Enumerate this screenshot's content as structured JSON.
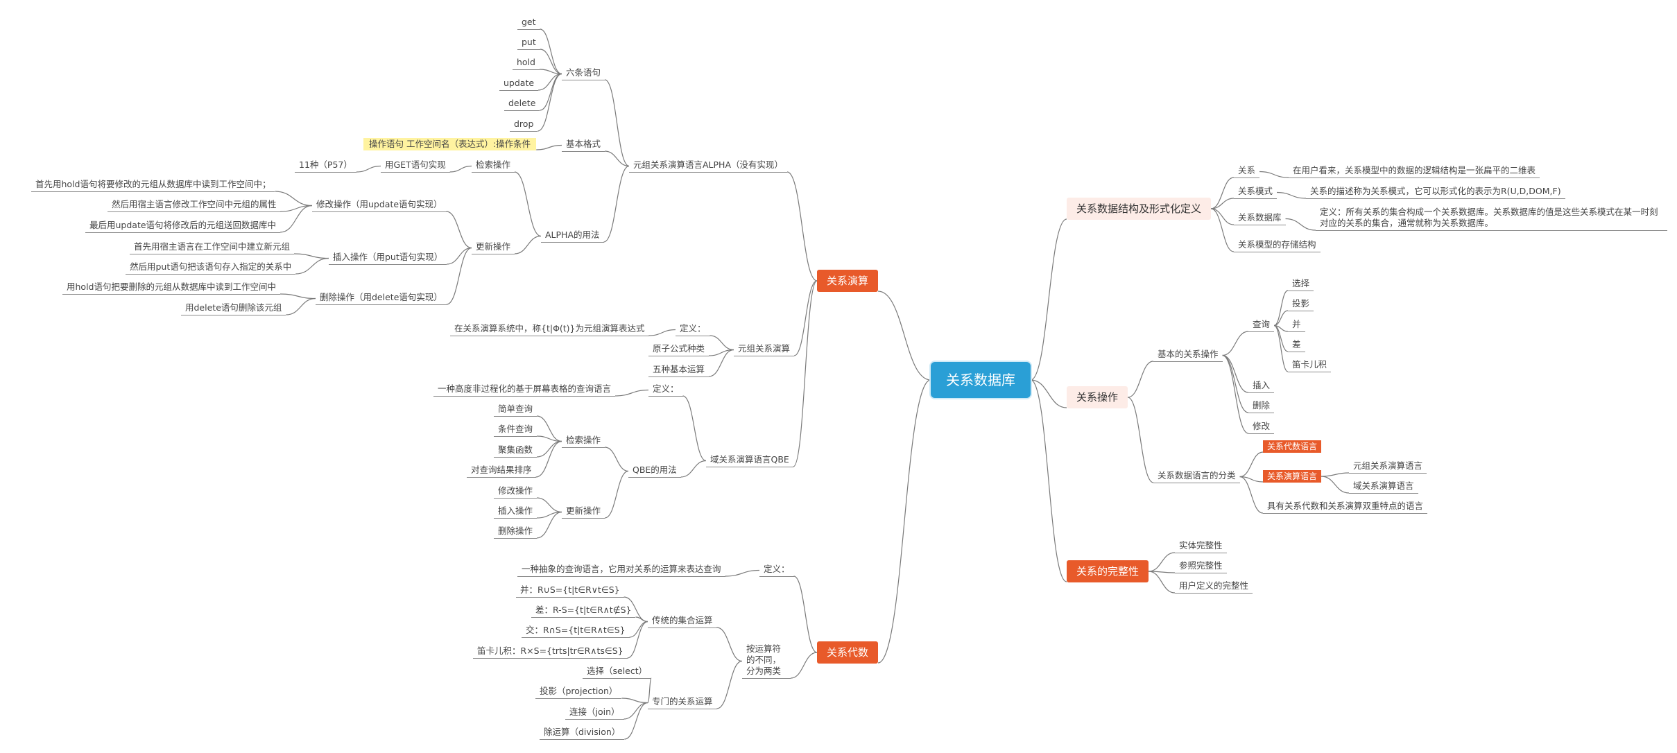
{
  "root": "关系数据库",
  "right": {
    "structure": {
      "label": "关系数据结构及形式化定义",
      "relation": "关系",
      "relation_def": "在用户看来，关系模型中的数据的逻辑结构是一张扁平的二维表",
      "schema": "关系模式",
      "schema_def": "关系的描述称为关系模式，它可以形式化的表示为R(U,D,DOM,F)",
      "database": "关系数据库",
      "database_def": "定义：所有关系的集合构成一个关系数据库。关系数据库的值是这些关系模式在某一时刻对应的关系的集合，通常就称为关系数据库。",
      "storage": "关系模型的存储结构"
    },
    "operations": {
      "label": "关系操作",
      "basic": "基本的关系操作",
      "query": "查询",
      "query_items": [
        "选择",
        "投影",
        "并",
        "差",
        "笛卡儿积"
      ],
      "insert": "插入",
      "delete": "删除",
      "modify": "修改",
      "classification": "关系数据语言的分类",
      "algebra_lang": "关系代数语言",
      "calculus_lang": "关系演算语言",
      "tuple_lang": "元组关系演算语言",
      "domain_lang": "域关系演算语言",
      "dual_lang": "具有关系代数和关系演算双重特点的语言"
    },
    "integrity": {
      "label": "关系的完整性",
      "entity": "实体完整性",
      "referential": "参照完整性",
      "user_defined": "用户定义的完整性"
    }
  },
  "left": {
    "calculus": {
      "label": "关系演算",
      "alpha": {
        "label": "元组关系演算语言ALPHA（没有实现）",
        "six": "六条语句",
        "six_items": [
          "get",
          "put",
          "hold",
          "update",
          "delete",
          "drop"
        ],
        "basic_format": "基本格式",
        "format_text": "操作语句 工作空间名（表达式）:操作条件",
        "usage": "ALPHA的用法",
        "retrieve": "检索操作",
        "get_impl": "用GET语句实现",
        "eleven": "11种（P57）",
        "update_ops": "更新操作",
        "modify_op": "修改操作（用update语句实现）",
        "modify_steps": [
          "首先用hold语句将要修改的元组从数据库中读到工作空间中；",
          "然后用宿主语言修改工作空间中元组的属性",
          "最后用update语句将修改后的元组送回数据库中"
        ],
        "insert_op": "插入操作（用put语句实现）",
        "insert_steps": [
          "首先用宿主语言在工作空间中建立新元组",
          "然后用put语句把该语句存入指定的关系中"
        ],
        "delete_op": "删除操作（用delete语句实现）",
        "delete_steps": [
          "用hold语句把要删除的元组从数据库中读到工作空间中",
          "用delete语句删除该元组"
        ]
      },
      "tuple": {
        "label": "元组关系演算",
        "def": "定义：",
        "def_text": "在关系演算系统中，称{t|Φ(t)}为元组演算表达式",
        "atoms": "原子公式种类",
        "five": "五种基本运算"
      },
      "qbe": {
        "label": "域关系演算语言QBE",
        "def": "定义：",
        "def_text": "一种高度非过程化的基于屏幕表格的查询语言",
        "usage": "QBE的用法",
        "retrieve": "检索操作",
        "retrieve_items": [
          "简单查询",
          "条件查询",
          "聚集函数",
          "对查询结果排序"
        ],
        "update": "更新操作",
        "update_items": [
          "修改操作",
          "插入操作",
          "删除操作"
        ]
      }
    },
    "algebra": {
      "label": "关系代数",
      "def": "定义：",
      "def_text": "一种抽象的查询语言，它用对关系的运算来表达查询",
      "by_op": "按运算符\n的不同，\n分为两类",
      "traditional": "传统的集合运算",
      "traditional_items": [
        "并：R∪S={t|t∈R∨t∈S}",
        "差：R-S={t|t∈R∧t∉S}",
        "交：R∩S={t|t∈R∧t∈S}",
        "笛卡儿积：R×S={trts|tr∈R∧ts∈S}"
      ],
      "special": "专门的关系运算",
      "special_items": [
        "选择（select）",
        "投影（projection）",
        "连接（join）",
        "除运算（division）"
      ]
    }
  }
}
